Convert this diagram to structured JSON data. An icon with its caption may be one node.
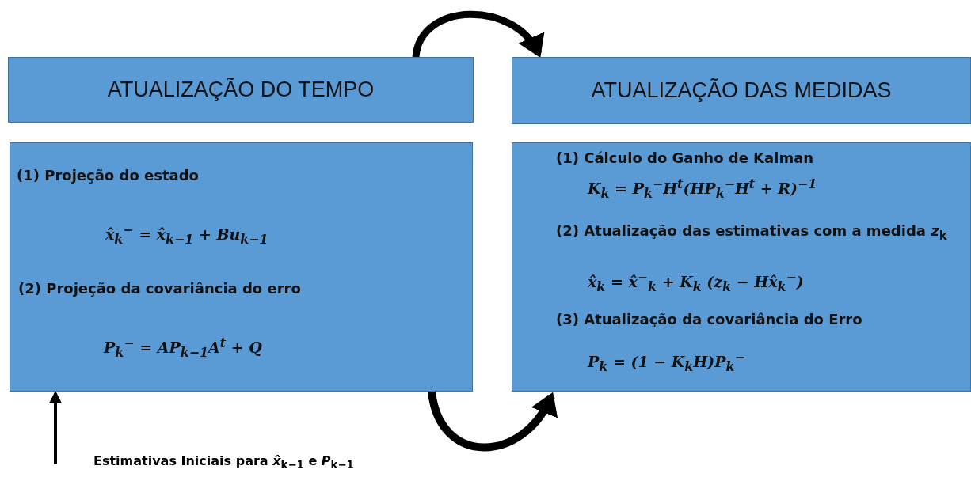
{
  "diagram": {
    "nodes": [
      {
        "text": [
          "ATUALIZAÇÃO DO TEMPO"
        ]
      },
      {
        "text": [
          "(1) Projeção do estado",
          "x̂$_{k}$$^{−}$ = x̂$_{k−1}$ + Bu$_{k−1}$",
          "(2) Projeção da covariância do erro",
          "P$_{k}$$^{−}$ = AP$_{k−1}$A$^{t}$ + Q"
        ]
      },
      {
        "text": [
          "ATUALIZAÇÃO DAS MEDIDAS"
        ]
      },
      {
        "text": [
          "(1) Cálculo do Ganho de Kalman",
          "K$_{k}$ = P$_{k}$$^{−}$H$^{t}$(HP$_{k}$$^{−}$H$^{t}$ + R)$^{−1}$",
          "(2) Atualização das estimativas com a medida *z*$_{k}$",
          "x̂$_{k}$ = x̂$^{−}$$_{k}$ + K$_{k}$ (z$_{k}$ − Hx̂$_{k}$$^{−}$)",
          "(3) Atualização da covariância do Erro",
          "P$_{k}$ = (1 − K$_{k}$H)P$_{k}$$^{−}$"
        ]
      },
      {
        "text": [
          "Estimativas Iniciais para *x̂*$_{k−1}$ e *P*$_{k−1}$"
        ]
      }
    ],
    "edges": [
      {
        "from": 0,
        "to": 2,
        "arrow": "to"
      },
      {
        "from": 1,
        "to": 3,
        "arrow": "to"
      },
      {
        "from": 4,
        "to": 1,
        "arrow": "to"
      }
    ]
  }
}
